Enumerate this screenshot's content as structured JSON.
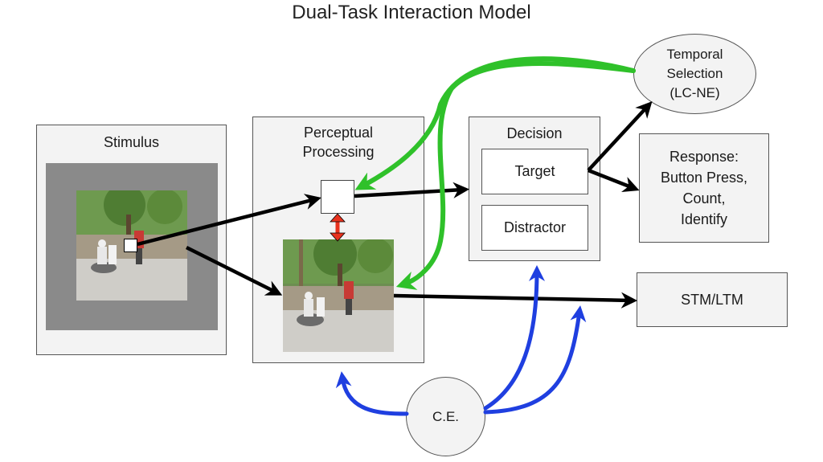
{
  "title": "Dual-Task Interaction Model",
  "stimulus": {
    "label": "Stimulus"
  },
  "perceptual": {
    "label": "Perceptual\nProcessing"
  },
  "decision": {
    "label": "Decision",
    "target": "Target",
    "distractor": "Distractor"
  },
  "temporal": {
    "label": "Temporal\nSelection\n(LC-NE)"
  },
  "response": {
    "label": "Response:\nButton Press,\nCount,\nIdentify"
  },
  "stm": {
    "label": "STM/LTM"
  },
  "ce": {
    "label": "C.E."
  },
  "colors": {
    "black_arrow": "#000000",
    "green_arrow": "#2fc12a",
    "blue_arrow": "#1f3fe0",
    "red_arrow": "#e8321e",
    "box_fill": "#f3f3f3",
    "stimulus_frame": "#8a8a8a"
  }
}
